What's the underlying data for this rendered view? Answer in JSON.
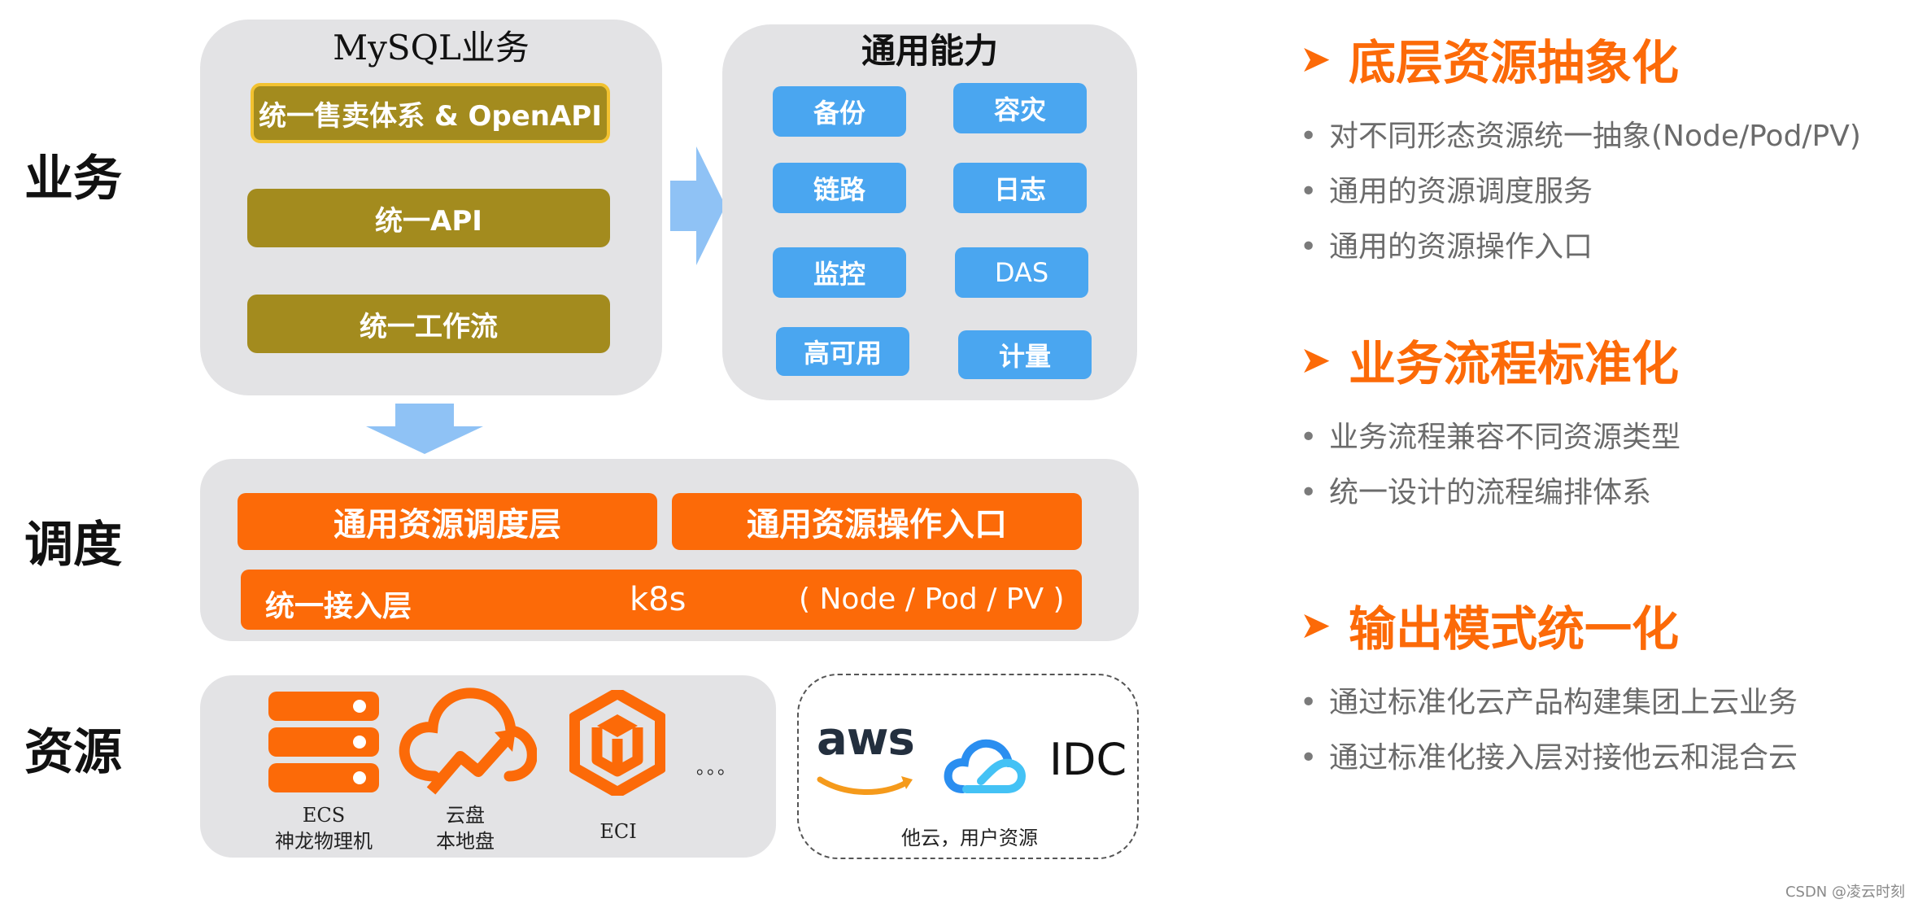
{
  "layers": {
    "business": "业务",
    "schedule": "调度",
    "resource": "资源"
  },
  "mysql_panel": {
    "title": "MySQL业务",
    "items": [
      "统一售卖体系 & OpenAPI",
      "统一API",
      "统一工作流"
    ]
  },
  "capability_panel": {
    "title": "通用能力",
    "items": [
      "备份",
      "容灾",
      "链路",
      "日志",
      "监控",
      "DAS",
      "高可用",
      "计量"
    ]
  },
  "schedule_panel": {
    "sched_layer": "通用资源调度层",
    "ops_entry": "通用资源操作入口",
    "access_layer": "统一接入层",
    "k8s": "k8s",
    "k8s_types": "( Node / Pod / PV )"
  },
  "resource_panel": {
    "ecs_line1": "ECS",
    "ecs_line2": "神龙物理机",
    "disk_line1": "云盘",
    "disk_line2": "本地盘",
    "eci": "ECI",
    "more": "。。。"
  },
  "cloud_panel": {
    "aws": "aws",
    "idc": "IDC",
    "caption": "他云，用户资源"
  },
  "sections": [
    {
      "title": "底层资源抽象化",
      "bullets": [
        "对不同形态资源统一抽象(Node/Pod/PV)",
        "通用的资源调度服务",
        "通用的资源操作入口"
      ]
    },
    {
      "title": "业务流程标准化",
      "bullets": [
        "业务流程兼容不同资源类型",
        "统一设计的流程编排体系"
      ]
    },
    {
      "title": "输出模式统一化",
      "bullets": [
        "通过标准化云产品构建集团上云业务",
        "通过标准化接入层对接他云和混合云"
      ]
    }
  ],
  "watermark": "CSDN @凌云时刻",
  "colors": {
    "orange": "#fc6a08",
    "olive": "#a38b1e",
    "blue": "#4aa6f0",
    "panel": "#e3e3e5",
    "arrow": "#8fc2f5"
  }
}
